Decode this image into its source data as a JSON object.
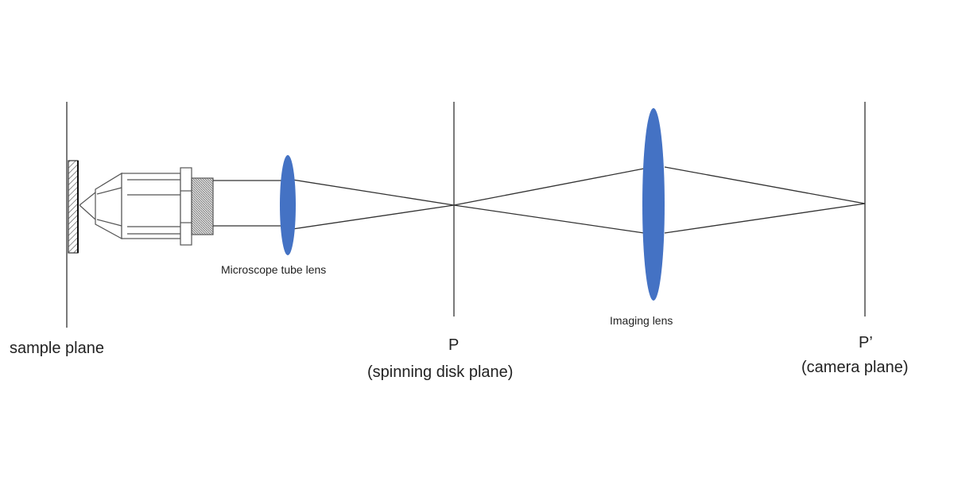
{
  "labels": {
    "sample_plane": "sample plane",
    "tube_lens": "Microscope tube lens",
    "p": "P",
    "spinning_disk_plane": "(spinning disk plane)",
    "imaging_lens": "Imaging lens",
    "p_prime": "P’",
    "camera_plane": "(camera plane)"
  },
  "colors": {
    "lens": "#4472C4",
    "lines": "#333333"
  }
}
